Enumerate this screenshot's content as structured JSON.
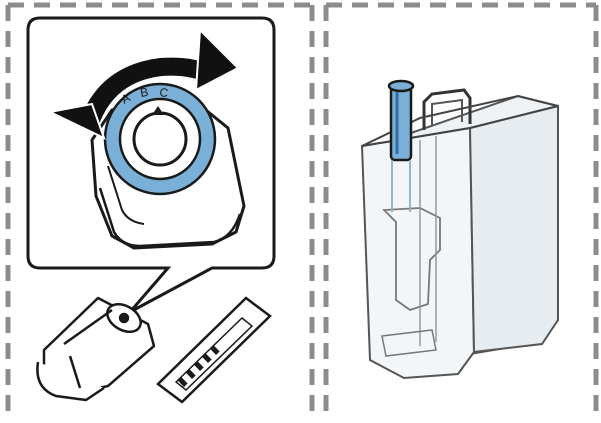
{
  "dial": {
    "labels": [
      "A",
      "B",
      "C"
    ]
  },
  "colors": {
    "outline": "#1a1a1a",
    "dash": "#8c8c8c",
    "accent_blue": "#7ab0d8",
    "accent_blue_dark": "#2f6fa3",
    "arrow": "#111111",
    "tank_fill": "#f3f6f8",
    "tank_stroke": "#555555"
  },
  "icons": {
    "rotation_arrow": "curved-double-arrow-icon",
    "dial": "water-hardness-dial-icon",
    "filter": "water-filter-icon",
    "test_strip": "hardness-test-strip-icon",
    "tank": "water-tank-icon"
  }
}
